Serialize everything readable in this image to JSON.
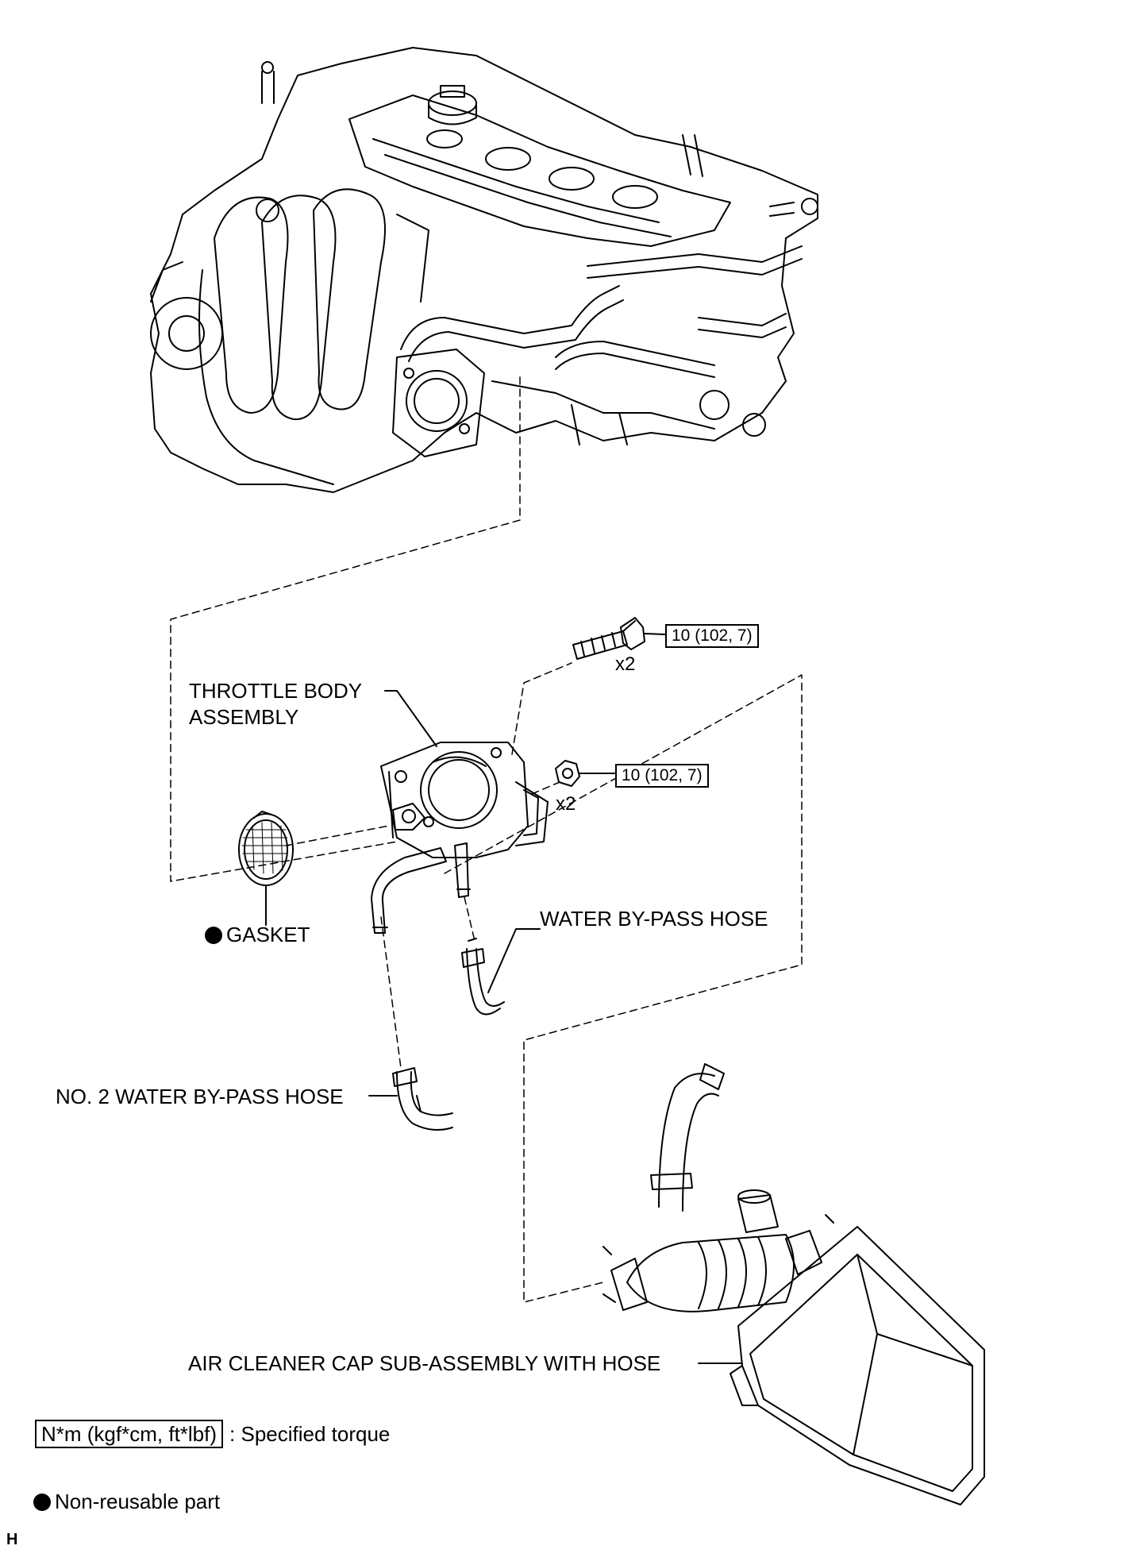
{
  "labels": {
    "throttle_body_line1": "THROTTLE BODY",
    "throttle_body_line2": "ASSEMBLY",
    "gasket": "GASKET",
    "water_bypass_hose": "WATER BY-PASS HOSE",
    "no2_water_bypass_hose": "NO. 2 WATER BY-PASS HOSE",
    "air_cleaner_cap": "AIR CLEANER CAP SUB-ASSEMBLY WITH HOSE"
  },
  "torque_specs": [
    {
      "value": "10 (102, 7)",
      "qty": "x2",
      "part": "bolt"
    },
    {
      "value": "10 (102, 7)",
      "qty": "x2",
      "part": "nut"
    }
  ],
  "legend": {
    "torque_units": "N*m (kgf*cm, ft*lbf)",
    "torque_desc": ": Specified torque",
    "non_reusable": "Non-reusable part"
  },
  "figure_code": "H",
  "icons": [
    "non-reusable-dot-icon"
  ]
}
